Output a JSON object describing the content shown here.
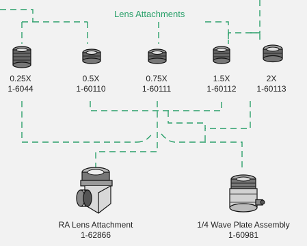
{
  "diagram": {
    "title": "Lens Attachments",
    "colors": {
      "line": "#2aa06a",
      "title": "#2aa06a",
      "text": "#222222"
    },
    "lens_attachments": [
      {
        "magnification": "0.25X",
        "part_number": "1-6044"
      },
      {
        "magnification": "0.5X",
        "part_number": "1-60110"
      },
      {
        "magnification": "0.75X",
        "part_number": "1-60111"
      },
      {
        "magnification": "1.5X",
        "part_number": "1-60112"
      },
      {
        "magnification": "2X",
        "part_number": "1-60113"
      }
    ],
    "accessories": [
      {
        "name": "RA Lens Attachment",
        "part_number": "1-62866"
      },
      {
        "name": "1/4 Wave Plate Assembly",
        "part_number": "1-60981"
      }
    ]
  }
}
